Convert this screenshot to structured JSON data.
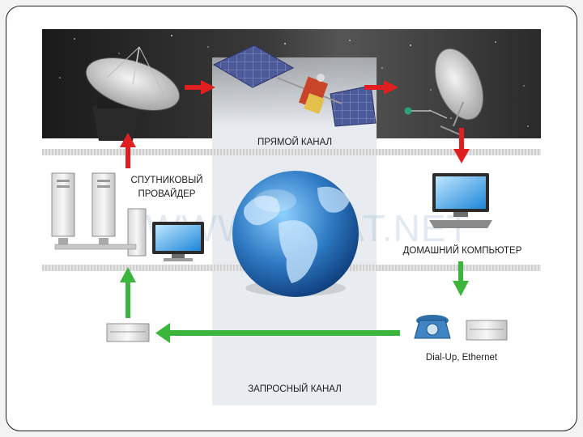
{
  "labels": {
    "satellite_provider_line1": "СПУТНИКОВЫЙ",
    "satellite_provider_line2": "ПРОВАЙДЕР",
    "direct_channel": "ПРЯМОЙ КАНАЛ",
    "home_computer": "ДОМАШНИЙ КОМПЬЮТЕР",
    "dialup": "Dial-Up, Ethernet",
    "request_channel": "ЗАПРОСНЫЙ КАНАЛ"
  },
  "watermark": "WWW.PESAT.NET",
  "colors": {
    "forward_arrow": "#e02020",
    "request_arrow": "#3bb53b",
    "globe": "#2f7bc4"
  }
}
